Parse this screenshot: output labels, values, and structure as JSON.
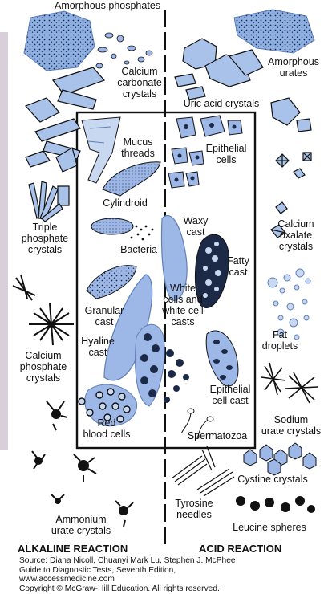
{
  "headings": {
    "alkaline": "ALKALINE REACTION",
    "acid": "ACID REACTION"
  },
  "labels": {
    "amorphous_phosphates": "Amorphous phosphates",
    "calcium_carbonate": "Calcium\ncarbonate\ncrystals",
    "amorphous_urates": "Amorphous\nurates",
    "uric_acid": "Uric acid crystals",
    "mucus_threads": "Mucus\nthreads",
    "epithelial_cells": "Epithelial\ncells",
    "cylindroid": "Cylindroid",
    "triple_phosphate": "Triple\nphosphate\ncrystals",
    "waxy_cast": "Waxy\ncast",
    "calcium_oxalate": "Calcium\noxalate\ncrystals",
    "bacteria": "Bacteria",
    "fatty_cast": "Fatty\ncast",
    "white_cells": "White\ncells and\nwhite cell\ncasts",
    "granular_cast": "Granular\ncast",
    "fat_droplets": "Fat\ndroplets",
    "hyaline_cast": "Hyaline\ncast",
    "calcium_phosphate": "Calcium\nphosphate\ncrystals",
    "epithelial_cell_cast": "Epithelial\ncell cast",
    "red_blood_cells": "Red\nblood cells",
    "spermatozoa": "Spermatozoa",
    "sodium_urate": "Sodium\nurate crystals",
    "cystine": "Cystine crystals",
    "tyrosine": "Tyrosine\nneedles",
    "leucine": "Leucine spheres",
    "ammonium_urate": "Ammonium\nurate crystals"
  },
  "source": [
    "Source: Diana Nicoll, Chuanyi Mark Lu, Stephen J. McPhee",
    "Guide to Diagnostic Tests, Seventh Edition,",
    "www.accessmedicine.com",
    "Copyright © McGraw-Hill Education. All rights reserved."
  ],
  "colors": {
    "blue_fill": "#9db8e6",
    "blue_dark": "#5f7fb8",
    "ink": "#111111",
    "background": "#ffffff"
  }
}
